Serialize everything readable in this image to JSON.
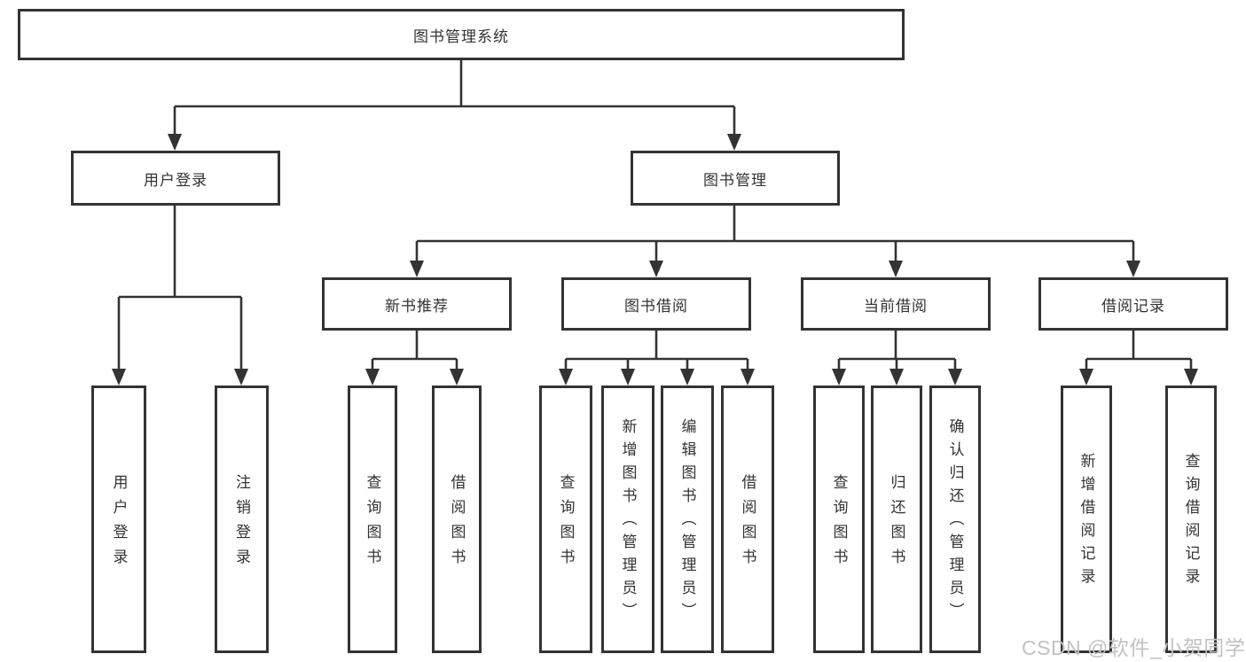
{
  "tree": {
    "root": "图书管理系统",
    "branches": [
      {
        "label": "用户登录",
        "children": [
          "用户登录",
          "注销登录"
        ]
      },
      {
        "label": "图书管理",
        "sections": [
          {
            "label": "新书推荐",
            "children": [
              "查询图书",
              "借阅图书"
            ]
          },
          {
            "label": "图书借阅",
            "children": [
              "查询图书",
              "新增图书（管理员）",
              "编辑图书（管理员）",
              "借阅图书"
            ]
          },
          {
            "label": "当前借阅",
            "children": [
              "查询图书",
              "归还图书",
              "确认归还（管理员）"
            ]
          },
          {
            "label": "借阅记录",
            "children": [
              "新增借阅记录",
              "查询借阅记录"
            ]
          }
        ]
      }
    ]
  },
  "colors": {
    "line": "#333333",
    "box_fill": "#ffffff",
    "text": "#333333",
    "watermark": "#c2c2c2"
  },
  "watermark": {
    "text": "CSDN @软件_小贺同学"
  }
}
